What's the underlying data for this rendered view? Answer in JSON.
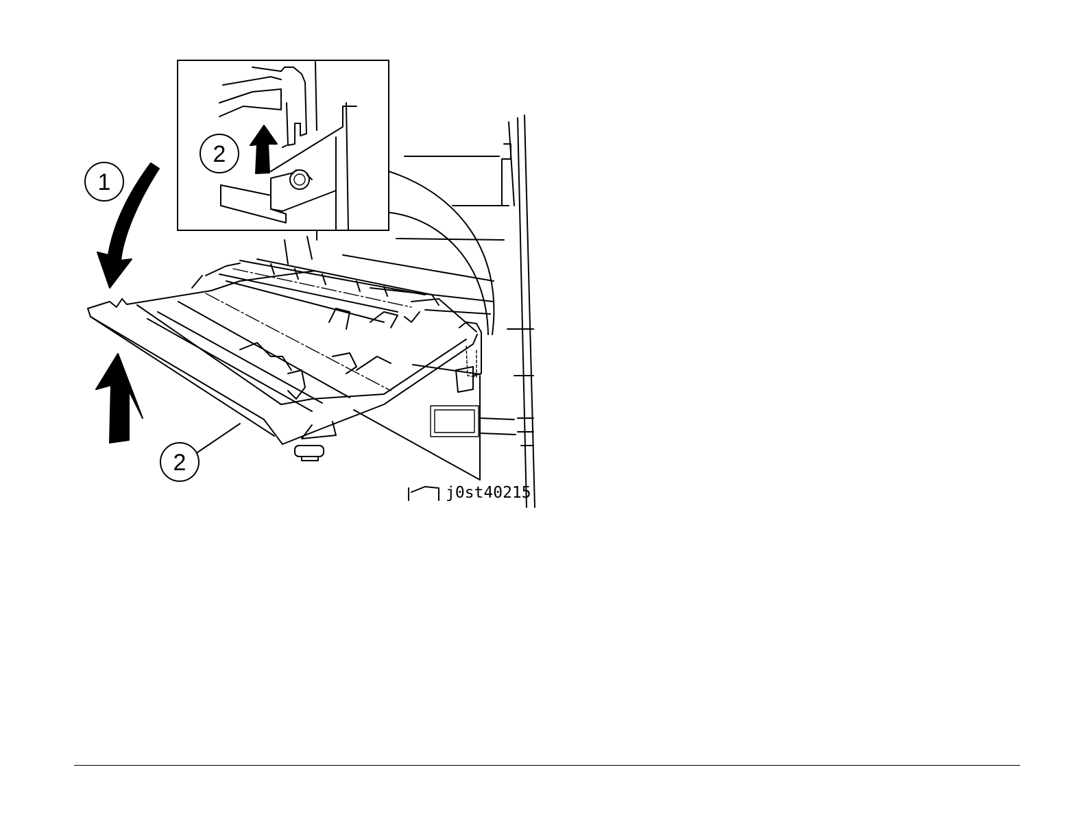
{
  "figure": {
    "id_label": "j0st40215",
    "callouts": [
      {
        "key": "step-1",
        "label": "1"
      },
      {
        "key": "step-2-inset",
        "label": "2"
      },
      {
        "key": "step-2",
        "label": "2"
      }
    ],
    "icons": [
      "curved-arrow-down-icon",
      "arrow-up-icon",
      "arrow-up-inset-icon"
    ]
  }
}
